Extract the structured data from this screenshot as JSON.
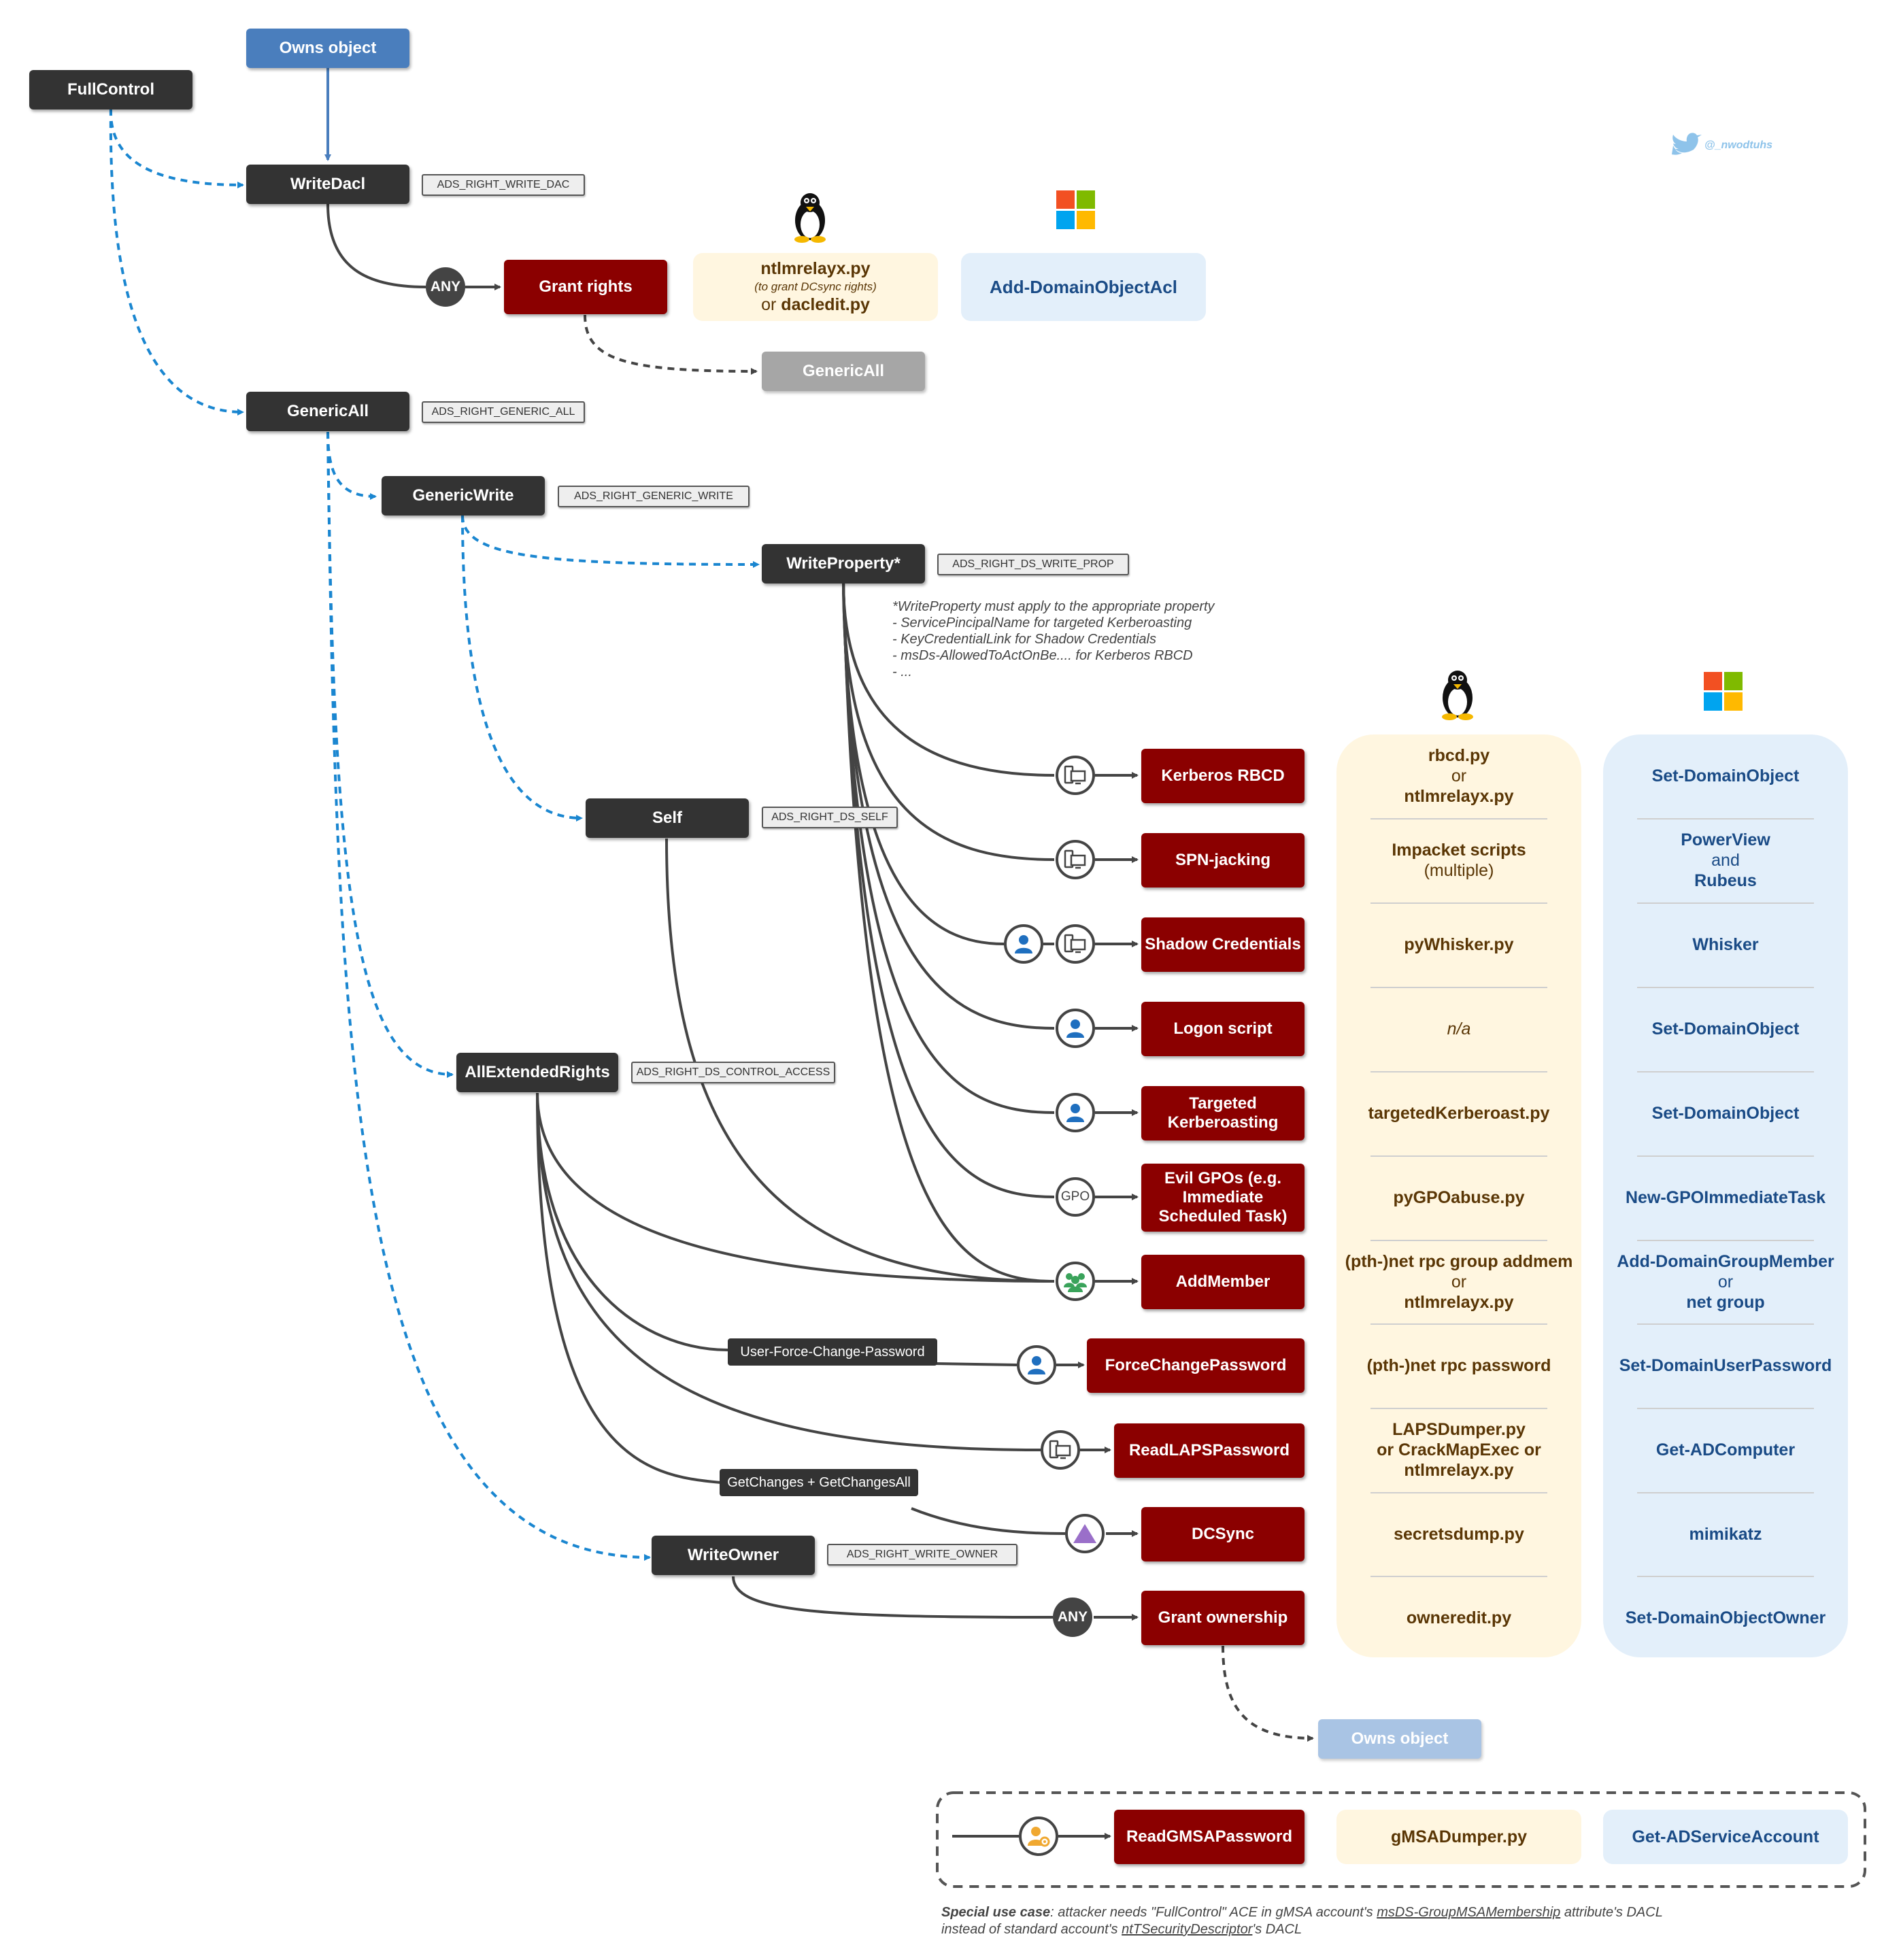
{
  "nodes": {
    "owns_object_top": "Owns object",
    "full_control": "FullControl",
    "write_dacl": "WriteDacl",
    "grant_rights": "Grant rights",
    "generic_all_target": "GenericAll",
    "generic_all": "GenericAll",
    "generic_write": "GenericWrite",
    "write_property": "WriteProperty*",
    "self": "Self",
    "all_extended_rights": "AllExtendedRights",
    "write_owner": "WriteOwner",
    "owns_object_bottom": "Owns object"
  },
  "ace_tags": {
    "write_dac": "ADS_RIGHT_WRITE_DAC",
    "generic_all": "ADS_RIGHT_GENERIC_ALL",
    "generic_write": "ADS_RIGHT_GENERIC_WRITE",
    "write_prop": "ADS_RIGHT_DS_WRITE_PROP",
    "self": "ADS_RIGHT_DS_SELF",
    "control_access": "ADS_RIGHT_DS_CONTROL_ACCESS",
    "write_owner": "ADS_RIGHT_WRITE_OWNER"
  },
  "any_badge": "ANY",
  "gpo_badge": "GPO",
  "edge_labels": {
    "force_change": "User-Force-Change-Password",
    "get_changes": "GetChanges + GetChangesAll"
  },
  "grant_rights_tools": {
    "linux_tool": "ntlmrelayx.py",
    "linux_note": "(to grant DCsync rights)",
    "linux_or": "or",
    "linux_tool2": "dacledit.py",
    "windows_tool": "Add-DomainObjectAcl"
  },
  "write_property_note": [
    "*WriteProperty must apply to the appropriate property",
    "- ServicePincipalName for targeted Kerberoasting",
    "- KeyCredentialLink for Shadow Credentials",
    "- msDs-AllowedToActOnBe.... for Kerberos RBCD",
    "- ..."
  ],
  "attacks": [
    {
      "label": "Kerberos RBCD",
      "linux": [
        "rbcd.py",
        "or",
        "ntlmrelayx.py"
      ],
      "windows": [
        "Set-DomainObject"
      ]
    },
    {
      "label": "SPN-jacking",
      "linux": [
        "Impacket scripts",
        "(multiple)"
      ],
      "windows": [
        "PowerView",
        "and",
        "Rubeus"
      ]
    },
    {
      "label": "Shadow Credentials",
      "linux": [
        "pyWhisker.py"
      ],
      "windows": [
        "Whisker"
      ]
    },
    {
      "label": "Logon script",
      "linux": [
        "n/a"
      ],
      "windows": [
        "Set-DomainObject"
      ]
    },
    {
      "label": "Targeted Kerberoasting",
      "linux": [
        "targetedKerberoast.py"
      ],
      "windows": [
        "Set-DomainObject"
      ]
    },
    {
      "label": "Evil GPOs (e.g. Immediate Scheduled Task)",
      "linux": [
        "pyGPOabuse.py"
      ],
      "windows": [
        "New-GPOImmediateTask"
      ]
    },
    {
      "label": "AddMember",
      "linux": [
        "(pth-)net rpc group addmem",
        "or",
        "ntlmrelayx.py"
      ],
      "windows": [
        "Add-DomainGroupMember",
        "or",
        "net group"
      ]
    },
    {
      "label": "ForceChangePassword",
      "linux": [
        "(pth-)net rpc password"
      ],
      "windows": [
        "Set-DomainUserPassword"
      ]
    },
    {
      "label": "ReadLAPSPassword",
      "linux": [
        "LAPSDumper.py",
        "or CrackMapExec or",
        "ntlmrelayx.py"
      ],
      "windows": [
        "Get-ADComputer"
      ]
    },
    {
      "label": "DCSync",
      "linux": [
        "secretsdump.py"
      ],
      "windows": [
        "mimikatz"
      ]
    },
    {
      "label": "Grant ownership",
      "linux": [
        "owneredit.py"
      ],
      "windows": [
        "Set-DomainObjectOwner"
      ]
    }
  ],
  "gmsa": {
    "attack": "ReadGMSAPassword",
    "linux": "gMSADumper.py",
    "windows": "Get-ADServiceAccount"
  },
  "special_note": {
    "lead": "Special use case",
    "text1": ": attacker needs \"FullControl\" ACE in gMSA account's ",
    "attr1": "msDS-GroupMSAMembership",
    "text2": " attribute's DACL",
    "text3": "instead of standard account's ",
    "attr2": "ntTSecurityDescriptor",
    "text4": "'s DACL"
  },
  "twitter_handle": "@_nwodtuhs",
  "colors": {
    "dark_node": "#333333",
    "attack_red": "#8b0000",
    "owns_blue": "#4a7ebd",
    "dashed_blue": "#1a86d0",
    "linux_bg": "#fff6e0",
    "windows_bg": "#e3effa"
  },
  "icons": {
    "linux": "tux-penguin-icon",
    "windows": "windows-logo-icon",
    "computer": "computer-icon",
    "user": "user-icon",
    "group": "group-icon",
    "domain": "domain-triangle-icon",
    "service_account": "service-account-icon",
    "twitter": "twitter-bird-icon"
  }
}
